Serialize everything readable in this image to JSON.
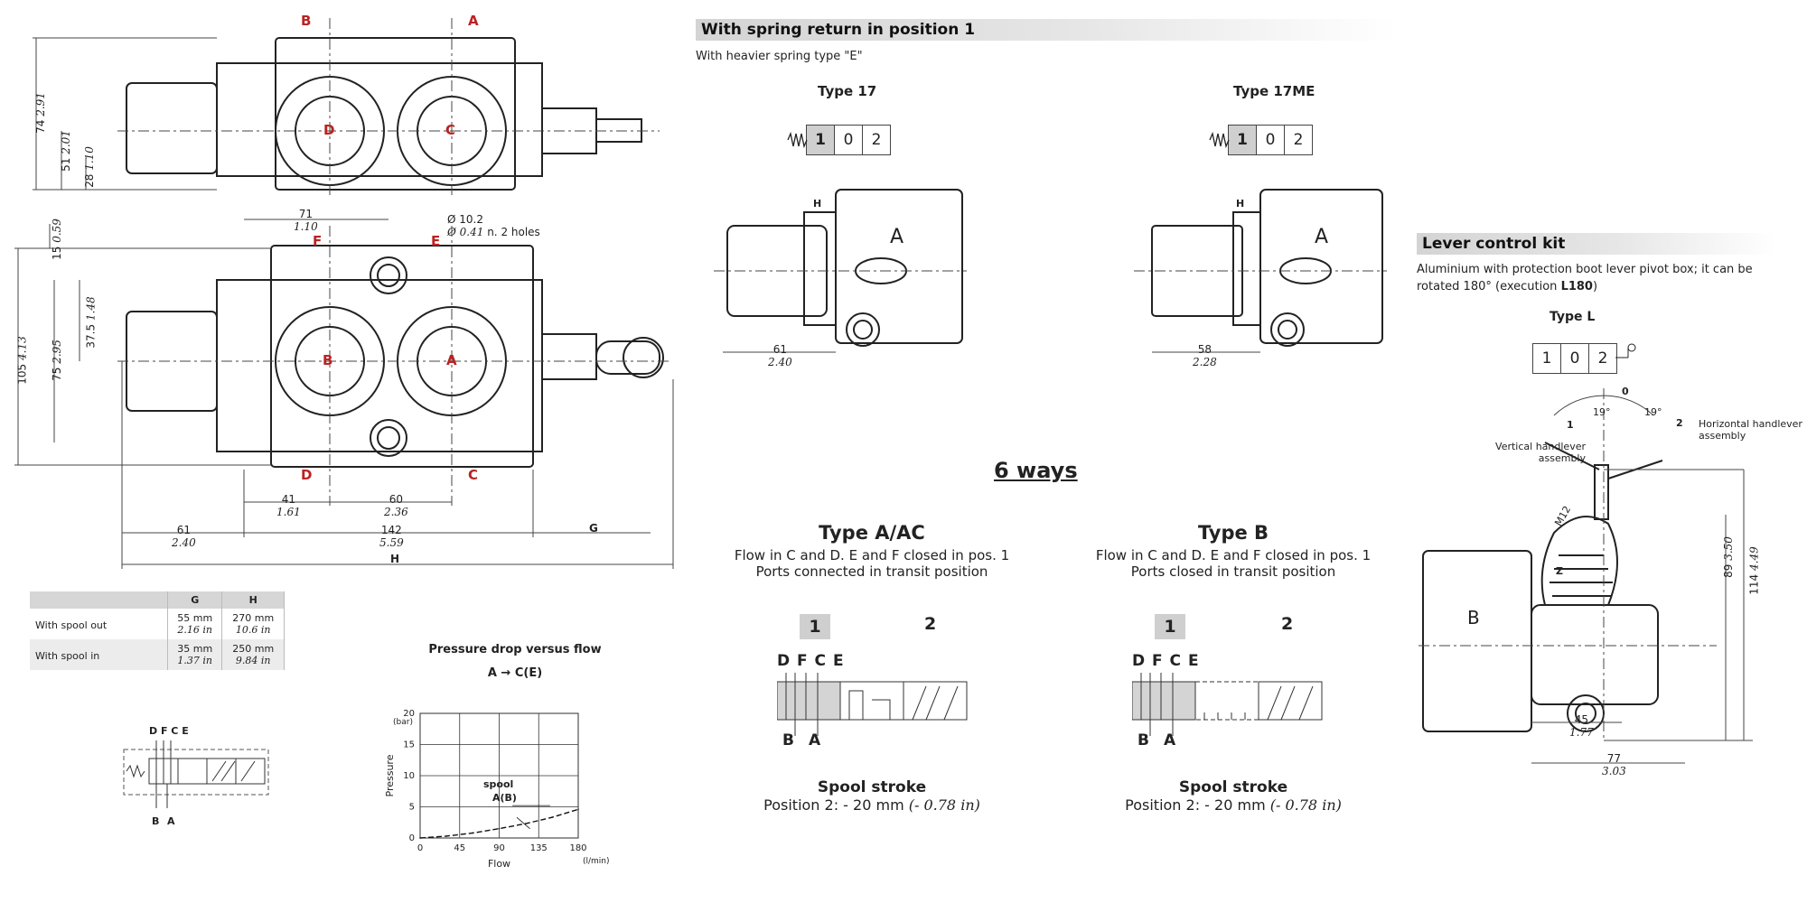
{
  "drawing": {
    "labels": {
      "top_B": "B",
      "top_A": "A",
      "port_D": "D",
      "port_C": "C",
      "mid_F": "F",
      "mid_E": "E",
      "front_B": "B",
      "front_A": "A",
      "bottom_D": "D",
      "bottom_C": "C"
    },
    "dims": {
      "d74": "74",
      "d74_in": "2.91",
      "d51": "51",
      "d51_in": "2.01",
      "d28": "28",
      "d28_in": "1.10",
      "d15": "15",
      "d15_in": "0.59",
      "d71": "71",
      "d71_in": "1.10",
      "hole_dia": "Ø 10.2",
      "hole_dia_in": "Ø 0.41",
      "hole_note": "n. 2 holes",
      "d105": "105",
      "d105_in": "4.13",
      "d75": "75",
      "d75_in": "2.95",
      "d375": "37.5",
      "d375_in": "1.48",
      "d41": "41",
      "d41_in": "1.61",
      "d60": "60",
      "d60_in": "2.36",
      "d61": "61",
      "d61_in": "2.40",
      "d142": "142",
      "d142_in": "5.59",
      "g": "G",
      "h": "H"
    }
  },
  "gh_table": {
    "headers": [
      "",
      "G",
      "H"
    ],
    "rows": [
      {
        "label": "With spool out",
        "g": "55 mm",
        "g_in": "2.16 in",
        "h": "270 mm",
        "h_in": "10.6 in"
      },
      {
        "label": "With spool in",
        "g": "35 mm",
        "g_in": "1.37 in",
        "h": "250 mm",
        "h_in": "9.84 in"
      }
    ]
  },
  "small_symbol": {
    "ports_top": "D F C E",
    "port_b": "B",
    "port_a": "A"
  },
  "pressure_chart": {
    "title": "Pressure drop versus flow",
    "subtitle": "A → C(E)",
    "annotation_1": "spool",
    "annotation_2": "A(B)"
  },
  "chart_data": {
    "type": "line",
    "title": "Pressure drop versus flow",
    "subtitle": "A → C(E)",
    "xlabel": "Flow",
    "xunit": "(l/min)",
    "ylabel": "Pressure",
    "yunit": "(bar)",
    "xlim": [
      0,
      180
    ],
    "ylim": [
      0,
      20
    ],
    "xticks": [
      0,
      45,
      90,
      135,
      180
    ],
    "yticks": [
      0,
      5,
      10,
      15,
      20
    ],
    "grid": true,
    "series": [
      {
        "name": "spool A(B)",
        "x": [
          0,
          30,
          60,
          90,
          120,
          150,
          180
        ],
        "y": [
          0,
          0.3,
          0.8,
          1.5,
          2.3,
          3.3,
          4.6
        ]
      }
    ]
  },
  "spring_section": {
    "title": "With spring return in position 1",
    "subtitle": "With heavier spring type \"E\"",
    "type17": {
      "title": "Type 17",
      "dim": "61",
      "dim_in": "2.40",
      "label_h": "H",
      "label_a": "A"
    },
    "type17me": {
      "title": "Type 17ME",
      "dim": "58",
      "dim_in": "2.28",
      "label_h": "H",
      "label_a": "A"
    },
    "positions": [
      "1",
      "0",
      "2"
    ]
  },
  "lever_kit": {
    "title": "Lever control kit",
    "desc_1": "Aluminium with protection boot lever pivot box; it can be",
    "desc_2": "rotated 180° (execution ",
    "desc_bold": "L180",
    "desc_3": ")",
    "type_title": "Type L",
    "positions": [
      "1",
      "0",
      "2"
    ],
    "angle_1": "19°",
    "angle_2": "19°",
    "pos_0": "0",
    "pos_1": "1",
    "pos_2": "2",
    "vertical_label_1": "Vertical handlever",
    "vertical_label_2": "assembly",
    "horizontal_label_1": "Horizontal handlever",
    "horizontal_label_2": "assembly",
    "m12": "M12",
    "z": "Z",
    "b": "B",
    "d89": "89",
    "d89_in": "3.50",
    "d114": "114",
    "d114_in": "4.49",
    "d45": "45",
    "d45_in": "1.77",
    "d77": "77",
    "d77_in": "3.03"
  },
  "six_ways": {
    "heading": "6 ways",
    "type_a": {
      "title": "Type A/AC",
      "line1": "Flow in C and D. E and F closed in pos. 1",
      "line2": "Ports connected in transit position",
      "pos1": "1",
      "pos2": "2",
      "ports_top": "D F C E",
      "port_b": "B",
      "port_a": "A",
      "stroke_title": "Spool stroke",
      "stroke_text": "Position 2: - 20 mm ",
      "stroke_in": "(- 0.78 in)"
    },
    "type_b": {
      "title": "Type B",
      "line1": "Flow in C and D. E and F closed in pos. 1",
      "line2": "Ports closed in transit position",
      "pos1": "1",
      "pos2": "2",
      "ports_top": "D F C E",
      "port_b": "B",
      "port_a": "A",
      "stroke_title": "Spool stroke",
      "stroke_text": "Position 2: - 20 mm ",
      "stroke_in": "(- 0.78 in)"
    }
  }
}
